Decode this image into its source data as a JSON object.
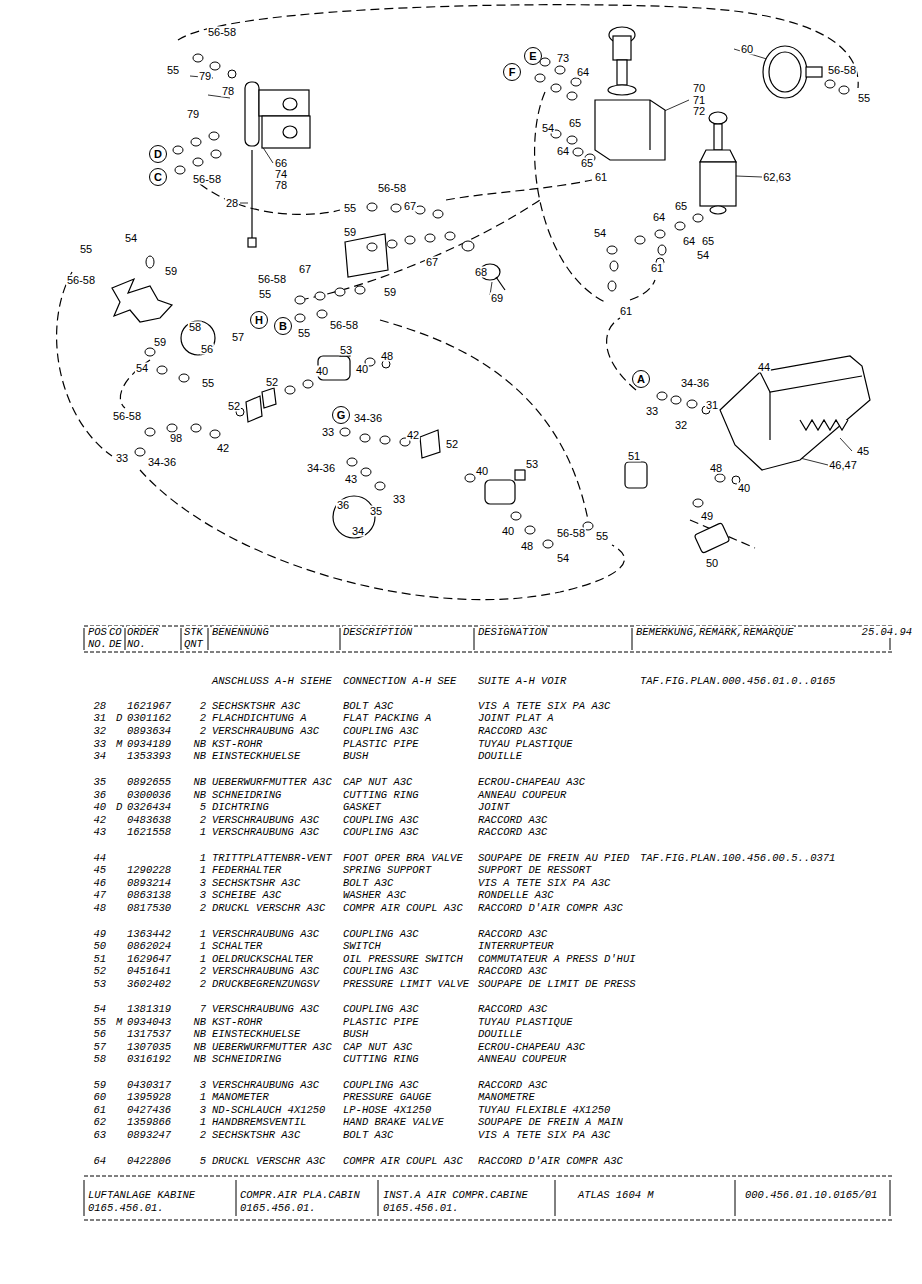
{
  "diagram": {
    "nodes": [
      {
        "text": [
          "E"
        ]
      },
      {
        "text": [
          "F"
        ]
      },
      {
        "text": [
          "D"
        ]
      },
      {
        "text": [
          "C"
        ]
      },
      {
        "text": [
          "H"
        ]
      },
      {
        "text": [
          "B"
        ]
      },
      {
        "text": [
          "A"
        ]
      },
      {
        "text": [
          "G"
        ]
      }
    ],
    "labels": [
      "56-58",
      "55",
      "79",
      "78",
      "73",
      "64",
      "60",
      "56-58",
      "70",
      "71",
      "72",
      "55",
      "79",
      "54",
      "65",
      "64",
      "65",
      "66",
      "74",
      "78",
      "61",
      "62,63",
      "56-58",
      "56-58",
      "28",
      "65",
      "55",
      "67",
      "64",
      "54",
      "54",
      "59",
      "64",
      "65",
      "55",
      "54",
      "67",
      "61",
      "67",
      "59",
      "68",
      "56-58",
      "56-58",
      "59",
      "55",
      "69",
      "61",
      "58",
      "56-58",
      "55",
      "57",
      "59",
      "56",
      "53",
      "48",
      "44",
      "54",
      "40",
      "40",
      "52",
      "55",
      "34-36",
      "31",
      "52",
      "33",
      "56-58",
      "34-36",
      "32",
      "33",
      "42",
      "98",
      "52",
      "42",
      "45",
      "51",
      "33",
      "34-36",
      "53",
      "46,47",
      "34-36",
      "48",
      "40",
      "43",
      "40",
      "33",
      "36",
      "35",
      "49",
      "40",
      "34",
      "56-58",
      "55",
      "48",
      "54",
      "50",
      "POS",
      "CO",
      "ORDER",
      "STK",
      "BENENNUNG",
      "DESCRIPTION",
      "DESIGNATION",
      "BEMERKUNG,REMARK,REMARQUE",
      "25.04.94",
      "NO.",
      "DE",
      "NO.",
      "QNT",
      "ANSCHLUSS A-H SIEHE",
      "CONNECTION A-H SEE",
      "SUITE A-H VOIR",
      "TAF.FIG.PLAN.000.456.01.0..0165",
      "28",
      "1621967",
      "2",
      "SECHSKTSHR A3C",
      "BOLT A3C",
      "VIS A TETE SIX PA A3C",
      "31",
      "D",
      "0301162",
      "2",
      "FLACHDICHTUNG A",
      "FLAT PACKING A",
      "JOINT PLAT A",
      "32",
      "0893634",
      "2",
      "VERSCHRAUBUNG A3C",
      "COUPLING A3C",
      "RACCORD A3C",
      "33",
      "M",
      "0934189",
      "NB",
      "KST-ROHR",
      "PLASTIC PIPE",
      "TUYAU PLASTIQUE",
      "34",
      "1353393",
      "NB",
      "EINSTECKHUELSE",
      "BUSH",
      "DOUILLE",
      "35",
      "0892655",
      "NB",
      "UEBERWURFMUTTER A3C",
      "CAP NUT A3C",
      "ECROU-CHAPEAU A3C",
      "36",
      "0300036",
      "NB",
      "SCHNEIDRING",
      "CUTTING RING",
      "ANNEAU COUPEUR",
      "40",
      "D",
      "0326434",
      "5",
      "DICHTRING",
      "GASKET",
      "JOINT",
      "42",
      "0483638",
      "2",
      "VERSCHRAUBUNG A3C",
      "COUPLING A3C",
      "RACCORD A3C",
      "43",
      "1621558",
      "1",
      "VERSCHRAUBUNG A3C",
      "COUPLING A3C",
      "RACCORD A3C",
      "44",
      "1",
      "TRITTPLATTENBR-VENT",
      "FOOT OPER BRA VALVE",
      "SOUPAPE DE FREIN AU PIED",
      "TAF.FIG.PLAN.100.456.00.5..0371",
      "45",
      "1290228",
      "1",
      "FEDERHALTER",
      "SPRING SUPPORT",
      "SUPPORT DE RESSORT",
      "46",
      "0893214",
      "3",
      "SECHSKTSHR A3C",
      "BOLT A3C",
      "VIS A TETE SIX PA A3C",
      "47",
      "0863138",
      "3",
      "SCHEIBE A3C",
      "WASHER A3C",
      "RONDELLE A3C",
      "48",
      "0817530",
      "2",
      "DRUCKL VERSCHR A3C",
      "COMPR AIR COUPL A3C",
      "RACCORD D'AIR COMPR A3C",
      "49",
      "1363442",
      "1",
      "VERSCHRAUBUNG A3C",
      "COUPLING A3C",
      "RACCORD A3C",
      "50",
      "0862024",
      "1",
      "SCHALTER",
      "SWITCH",
      "INTERRUPTEUR",
      "51",
      "1629647",
      "1",
      "OELDRUCKSCHALTER",
      "OIL PRESSURE SWITCH",
      "COMMUTATEUR A PRESS D'HUI",
      "52",
      "0451641",
      "2",
      "VERSCHRAUBUNG A3C",
      "COUPLING A3C",
      "RACCORD A3C",
      "53",
      "3602402",
      "2",
      "DRUCKBEGRENZUNGSV",
      "PRESSURE LIMIT VALVE",
      "SOUPAPE DE LIMIT DE PRESS",
      "54",
      "1381319",
      "7",
      "VERSCHRAUBUNG A3C",
      "COUPLING A3C",
      "RACCORD A3C",
      "55",
      "M",
      "0934043",
      "NB",
      "KST-ROHR",
      "PLASTIC PIPE",
      "TUYAU PLASTIQUE",
      "56",
      "1317537",
      "NB",
      "EINSTECKHUELSE",
      "BUSH",
      "DOUILLE",
      "57",
      "1307035",
      "NB",
      "UEBERWURFMUTTER A3C",
      "CAP NUT A3C",
      "ECROU-CHAPEAU A3C",
      "58",
      "0316192",
      "NB",
      "SCHNEIDRING",
      "CUTTING RING",
      "ANNEAU COUPEUR",
      "59",
      "0430317",
      "3",
      "VERSCHRAUBUNG A3C",
      "COUPLING A3C",
      "RACCORD A3C",
      "60",
      "1395928",
      "1",
      "MANOMETER",
      "PRESSURE GAUGE",
      "MANOMETRE",
      "61",
      "0427436",
      "3",
      "ND-SCHLAUCH 4X1250",
      "LP-HOSE 4X1250",
      "TUYAU FLEXIBLE 4X1250",
      "62",
      "1359866",
      "1",
      "HANDBREMSVENTIL",
      "HAND BRAKE VALVE",
      "SOUPAPE DE FREIN A MAIN",
      "63",
      "0893247",
      "2",
      "SECHSKTSHR A3C",
      "BOLT A3C",
      "VIS A TETE SIX PA A3C",
      "64",
      "0422806",
      "5",
      "DRUCKL VERSCHR A3C",
      "COMPR AIR COUPL A3C",
      "RACCORD D'AIR COMPR A3C",
      "LUFTANLAGE KABINE",
      "COMPR.AIR PLA.CABIN",
      "INST.A AIR COMPR.CABINE",
      "ATLAS 1604 M",
      "000.456.01.10.0165/01",
      "0165.456.01.",
      "0165.456.01.",
      "0165.456.01."
    ]
  }
}
